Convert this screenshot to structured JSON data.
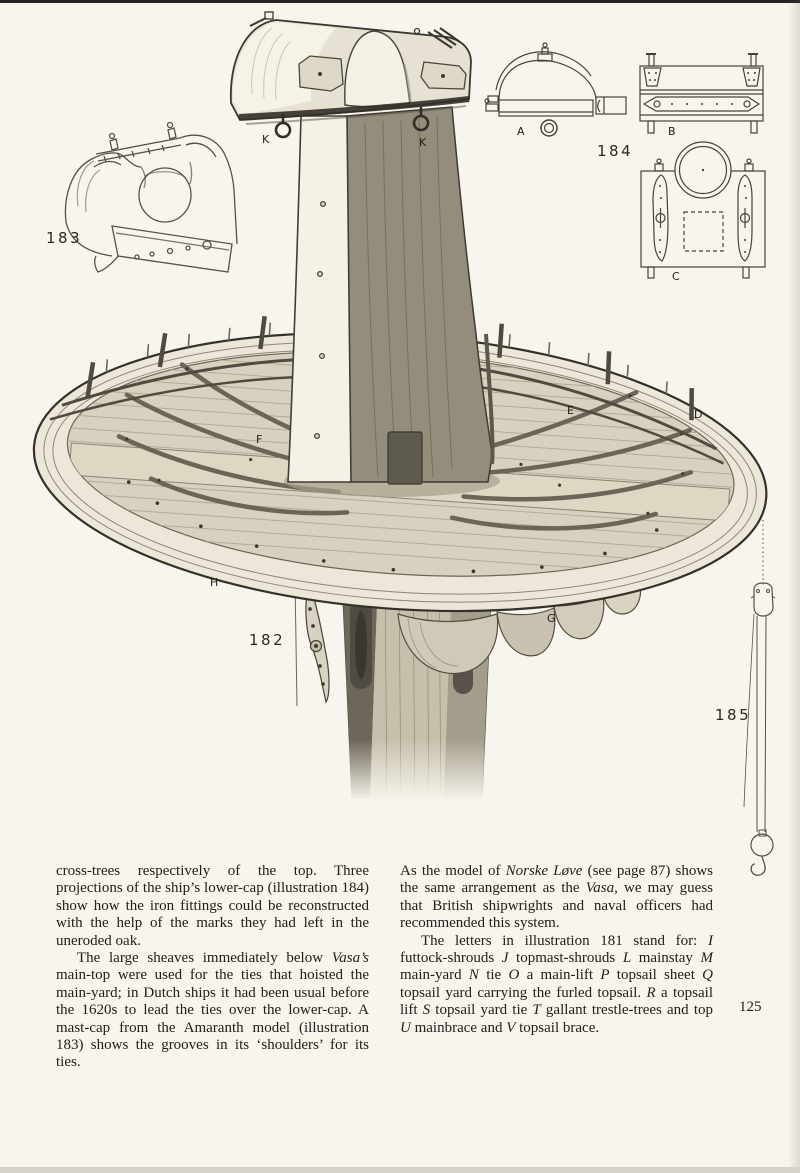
{
  "page_number": "125",
  "colors": {
    "paper": "#f7f5ed",
    "ink": "#22201b",
    "engraving_line": "#3e3b33",
    "page_top_edge": "#242422"
  },
  "figures": {
    "fig182": {
      "number": "182",
      "letters": {
        "k_left": "K",
        "k_right": "K",
        "d": "D",
        "e": "E",
        "f": "F",
        "g": "G",
        "h": "H"
      }
    },
    "fig183": {
      "number": "183"
    },
    "fig184": {
      "number": "184",
      "letters": {
        "a": "A",
        "b": "B",
        "c": "C"
      }
    },
    "fig185": {
      "number": "185"
    }
  },
  "text": {
    "left_column": {
      "para1": [
        {
          "t": "cross-trees respectively of the top. Three projections of the ship’s lower-cap (illustration 184) show how the iron fittings could be reconstructed with the help of the marks they had left in the uneroded oak."
        }
      ],
      "para2": [
        {
          "t": "The large sheaves immediately below "
        },
        {
          "t": "Vasa’s",
          "i": true
        },
        {
          "t": " main-top were used for the ties that hoisted the main-yard; in Dutch ships it had been usual before the 1620s to lead the ties over the lower-cap. A mast-cap from the Amaranth model (illustration 183) shows the grooves in its ‘shoulders’ for its ties."
        }
      ]
    },
    "right_column": {
      "para1": [
        {
          "t": "As the model of "
        },
        {
          "t": "Norske Løve",
          "i": true
        },
        {
          "t": " (see page 87) shows the same arrangement as the "
        },
        {
          "t": "Vasa",
          "i": true
        },
        {
          "t": ", we may guess that British shipwrights and naval officers had recommended this system."
        }
      ],
      "para2": [
        {
          "t": "The letters in illustration 181 stand for: "
        },
        {
          "t": "I",
          "i": true
        },
        {
          "t": " futtock-shrouds "
        },
        {
          "t": "J",
          "i": true
        },
        {
          "t": " topmast-shrouds "
        },
        {
          "t": "L",
          "i": true
        },
        {
          "t": " mainstay "
        },
        {
          "t": "M",
          "i": true
        },
        {
          "t": " main-yard "
        },
        {
          "t": "N",
          "i": true
        },
        {
          "t": " tie "
        },
        {
          "t": "O",
          "i": true
        },
        {
          "t": " a main-lift "
        },
        {
          "t": "P",
          "i": true
        },
        {
          "t": " topsail sheet "
        },
        {
          "t": "Q",
          "i": true
        },
        {
          "t": " topsail yard carrying the furled topsail. "
        },
        {
          "t": "R",
          "i": true
        },
        {
          "t": " a topsail lift "
        },
        {
          "t": "S",
          "i": true
        },
        {
          "t": " topsail yard tie "
        },
        {
          "t": "T",
          "i": true
        },
        {
          "t": " gallant trestle-trees and top "
        },
        {
          "t": "U",
          "i": true
        },
        {
          "t": " mainbrace and "
        },
        {
          "t": "V",
          "i": true
        },
        {
          "t": " topsail brace."
        }
      ]
    }
  }
}
